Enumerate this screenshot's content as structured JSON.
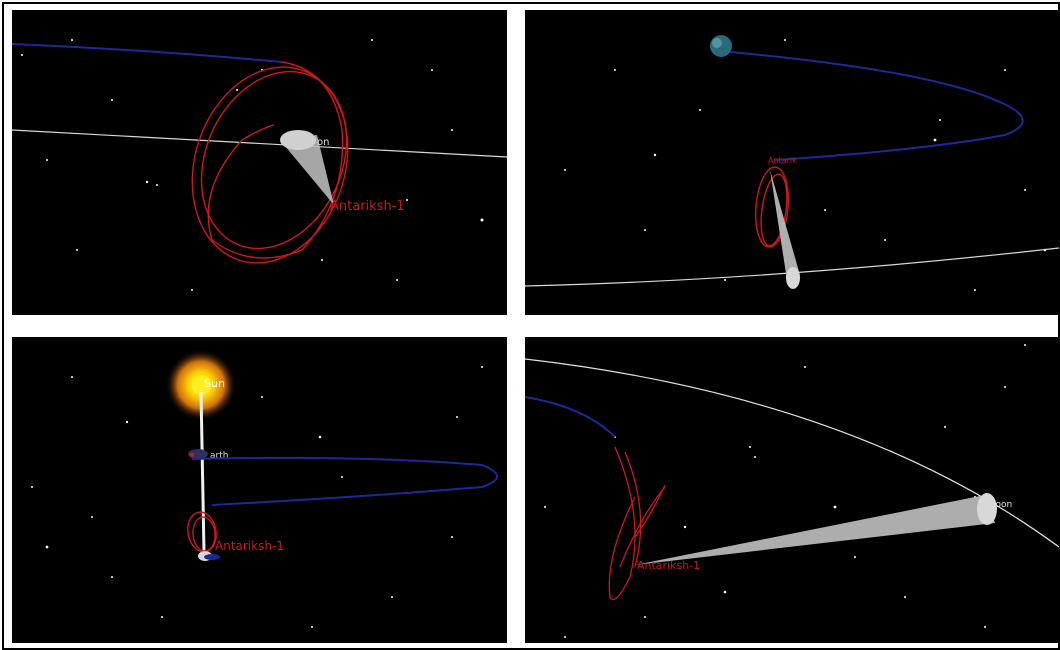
{
  "figure": {
    "panels": [
      {
        "id": "top-left",
        "labels": {
          "spacecraft": "Antariksh-1",
          "moon_partial": "on"
        }
      },
      {
        "id": "top-right",
        "labels": {
          "spacecraft_partial": "Antarik"
        }
      },
      {
        "id": "bottom-left",
        "labels": {
          "sun": "Sun",
          "earth_partial": "arth",
          "spacecraft": "Antariksh-1"
        }
      },
      {
        "id": "bottom-right",
        "labels": {
          "spacecraft": "Antariksh-1",
          "moon_partial": "loon"
        }
      }
    ],
    "colors": {
      "background": "#000000",
      "spacecraft_orbit": "#d01818",
      "earth_trajectory": "#1a2a9a",
      "moon_orbit": "#d8d8d8",
      "cone": "#b8b8b8",
      "sun": "#ffe000",
      "stars": "#ffffff"
    }
  }
}
